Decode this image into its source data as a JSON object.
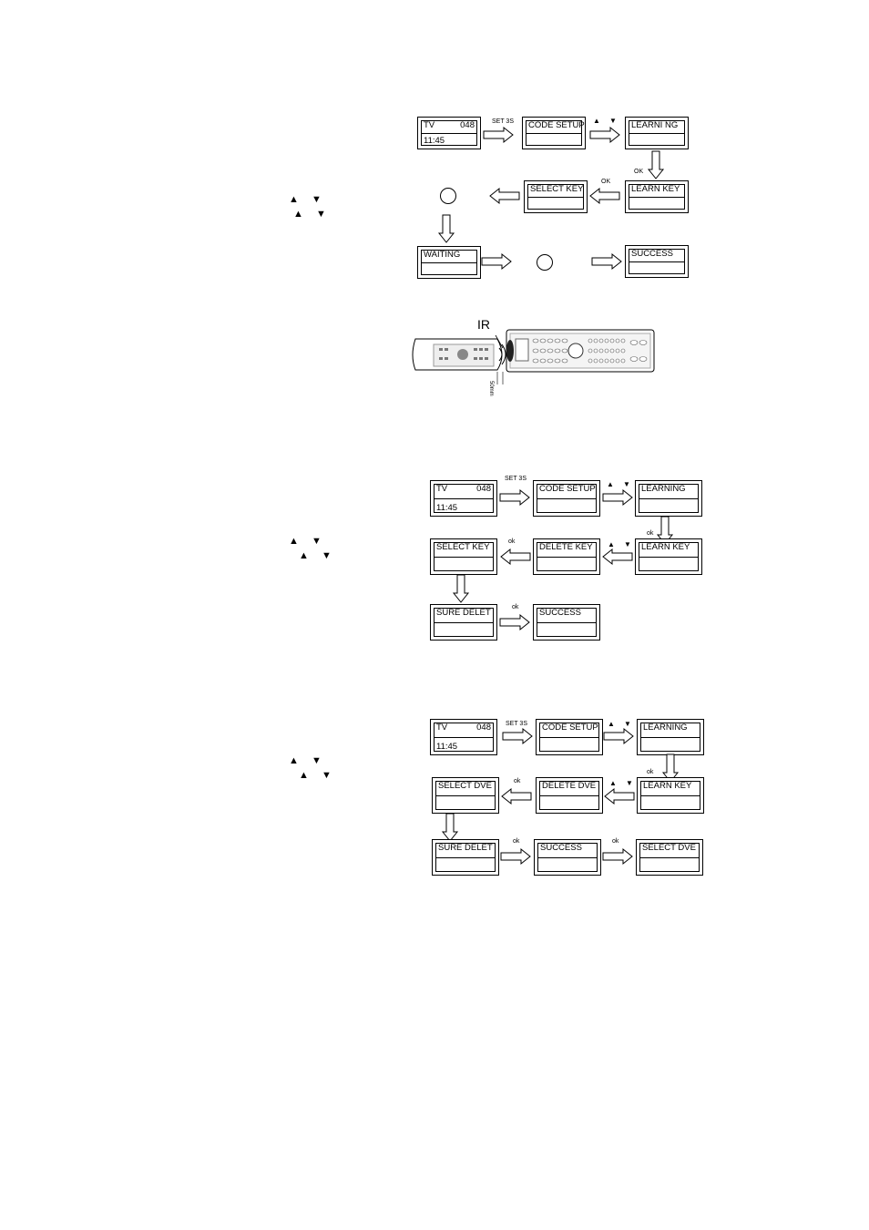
{
  "triangle_up": "▲",
  "triangle_down": "▼",
  "flow1": {
    "tv_screen": {
      "line1": "TV",
      "code": "048",
      "time": "11:45"
    },
    "set_label": "SET 3S",
    "code_setup": "CODE SETUP",
    "learning": "LEARNI NG",
    "ok_label": "OK",
    "learn_key": "LEARN  KEY",
    "select_key": "SELECT KEY",
    "waiting": "WAITING",
    "success": "SUCCESS",
    "ir_label": "IR",
    "distance_label": "50mm"
  },
  "flow2": {
    "tv_screen": {
      "line1": "TV",
      "code": "048",
      "time": "11:45"
    },
    "set_label": "SET 3S",
    "code_setup": "CODE SETUP",
    "learning": "LEARNING",
    "ok_label": "ok",
    "learn_key": "LEARN KEY",
    "delete_key": "DELETE KEY",
    "select_key": "SELECT KEY",
    "sure_delet": "SURE DELET",
    "success": "SUCCESS"
  },
  "flow3": {
    "tv_screen": {
      "line1": "TV",
      "code": "048",
      "time": "11:45"
    },
    "set_label": "SET 3S",
    "code_setup": "CODE SETUP",
    "learning": "LEARNING",
    "ok_label": "ok",
    "learn_key": "LEARN KEY",
    "delete_dve": "DELETE DVE",
    "select_dve": "SELECT DVE",
    "sure_delet": "SURE DELET",
    "success": "SUCCESS",
    "select_dve_final": "SELECT DVE"
  }
}
